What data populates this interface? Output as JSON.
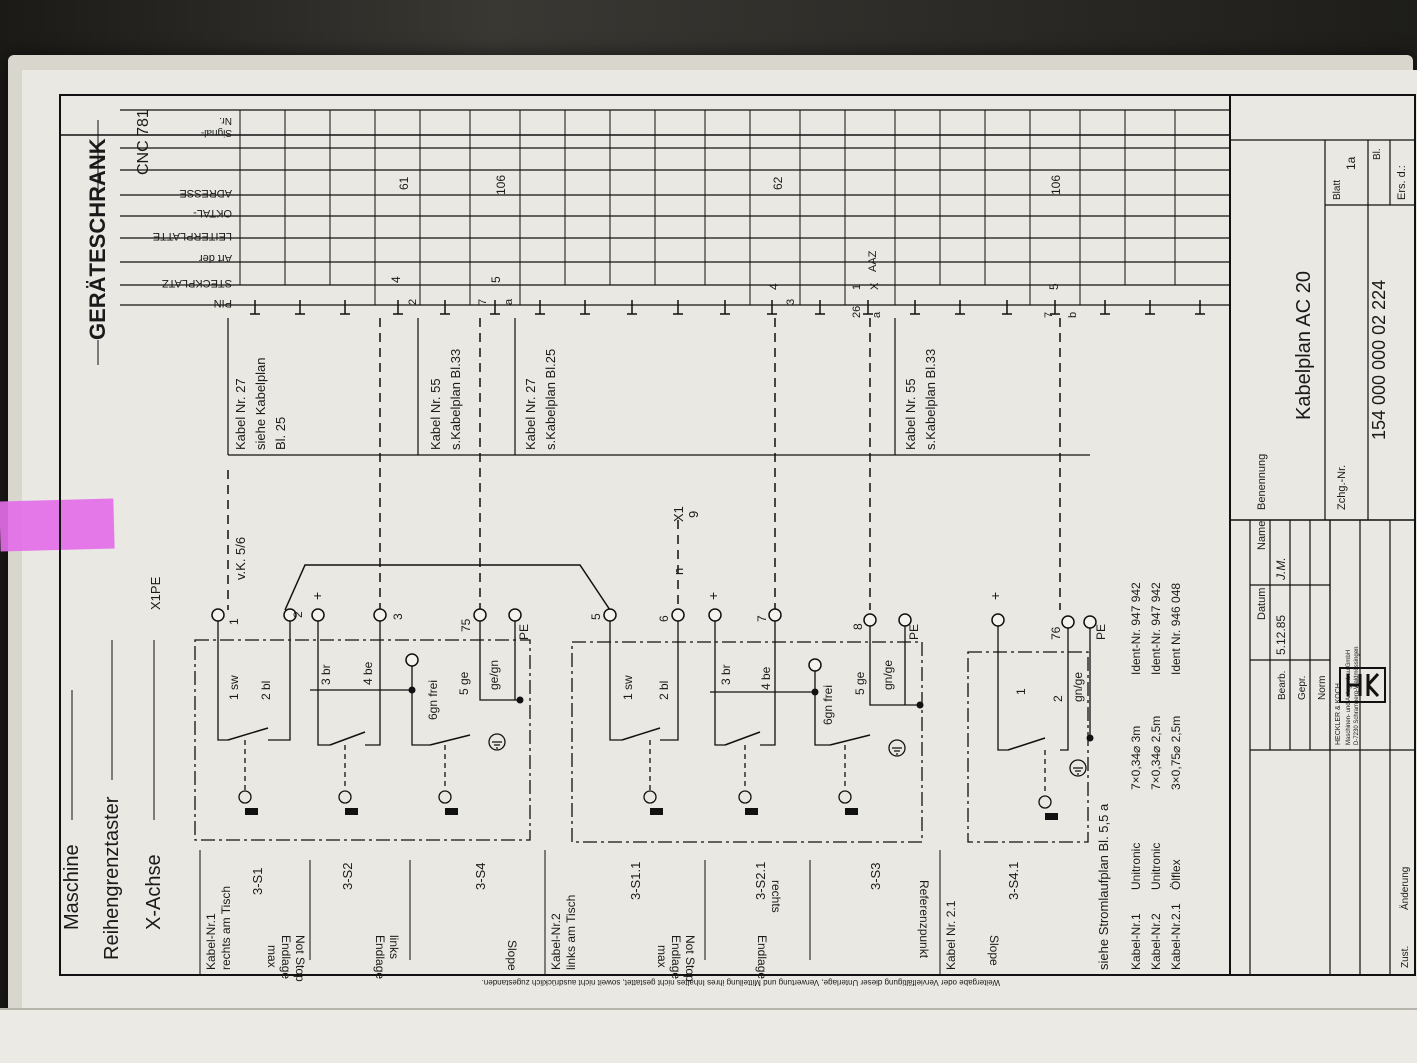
{
  "header": {
    "machine": "Maschine",
    "sensor": "Reihengrenztaster",
    "axis": "X-Achse",
    "cabinet": "GERÄTESCHRANK"
  },
  "table_headers": {
    "pin": "PIN",
    "slot": "STECKPLATZ",
    "board_type": "Art der",
    "board": "LEITERPLATTE",
    "octal": "OKTAL-",
    "address": "ADRESSE",
    "cnc": "CNC 781",
    "signal_no": "Signal-",
    "signal_nr": "Nr."
  },
  "table_values": {
    "slot_4a": "4",
    "slot_5a": "5",
    "slot_4b": "4",
    "slot_5b": "5",
    "board_aaz": "AAZ",
    "oct_61": "61",
    "oct_106a": "106",
    "oct_62": "62",
    "oct_106b": "106",
    "pin_2": "2",
    "pin_7a": "7",
    "pin_aa": "a",
    "pin_3": "3",
    "pin_26": "26",
    "pin_7b": "7",
    "pin_bb": "b",
    "frac_top": "1",
    "frac_bottom": "X",
    "frac_sub": "a"
  },
  "cable_refs": [
    {
      "line1": "Kabel Nr. 27",
      "line2": "siehe Kabelplan",
      "line3": "Bl. 25"
    },
    {
      "line1": "Kabel Nr. 55",
      "line2": "s.Kabelplan Bl.33"
    },
    {
      "line1": "Kabel Nr. 27",
      "line2": "s.Kabelplan Bl.25"
    },
    {
      "line1": "Kabel Nr. 55",
      "line2": "s.Kabelplan Bl.33"
    }
  ],
  "terminal_labels": {
    "xtpe": "X1PE",
    "vk": "v.K. 5/6",
    "n_label": "n",
    "x1_top": "X1",
    "x1_bottom": "9",
    "t1": "1",
    "t2": "2",
    "t3": "3",
    "t75": "75",
    "pe1": "PE",
    "t5": "5",
    "t6": "6",
    "t7": "7",
    "t8": "8",
    "pe2": "PE",
    "t76": "76",
    "pe3": "PE",
    "plus": "+"
  },
  "wire_labels": {
    "g1": [
      "1 sw",
      "2 bl",
      "3 br",
      "4 be",
      "6gn frei",
      "5 ge",
      "ge/gn"
    ],
    "g2": [
      "1 sw",
      "2 bl",
      "3 br",
      "4 be",
      "6gn frei",
      "5 ge",
      "gn/ge"
    ],
    "g3": [
      "1",
      "2",
      "gn/ge"
    ]
  },
  "devices": [
    {
      "id": "3-S1",
      "desc1": "Kabel-Nr.1",
      "desc2": "rechts am Tisch",
      "func": "max",
      "func2": "Endlage",
      "func3": "Not Stop"
    },
    {
      "id": "3-S2",
      "func": "Endlage",
      "func2": "links"
    },
    {
      "id": "3-S4",
      "func": "Slope"
    },
    {
      "id": "3-S1.1",
      "desc1": "Kabel-Nr.2",
      "desc2": "links am Tisch",
      "func": "max",
      "func2": "Endlage",
      "func3": "Not Stop"
    },
    {
      "id": "3-S2.1",
      "func": "Endlage",
      "func2": "rechts"
    },
    {
      "id": "3-S3",
      "func": "Referenzpunkt"
    },
    {
      "id": "3-S4.1",
      "desc1": "Kabel Nr. 2.1",
      "func": "Slope"
    }
  ],
  "footnote": "siehe Stromlaufplan Bl. 5,5 a",
  "cable_list": [
    {
      "name": "Kabel-Nr.1",
      "type": "Unitronic",
      "spec": "7×0,34⌀ 3m",
      "ident": "Ident-Nr. 947 942"
    },
    {
      "name": "Kabel-Nr.2",
      "type": "Unitronic",
      "spec": "7×0,34⌀ 2,5m",
      "ident": "Ident-Nr. 947 942"
    },
    {
      "name": "Kabel-Nr.2.1",
      "type": "Ölflex",
      "spec": "3×0,75⌀ 2,5m",
      "ident": "Ident Nr. 946 048"
    }
  ],
  "title_block": {
    "datum": "Datum",
    "name": "Name",
    "bearb": "Bearb.",
    "gepr": "Gepr.",
    "norm": "Norm",
    "date_value": "5.12.85",
    "name_value": "J.M.",
    "benennung": "Benennung",
    "title": "Kabelplan AC 20",
    "zchg": "Zchg.-Nr.",
    "drawing_no": "154 000 000 02 224",
    "ers": "Ers. d.:",
    "blatt": "Blatt",
    "blatt_value": "1a",
    "bl": "Bl.",
    "company1": "HECKLER & KOCH",
    "company2": "Maschinen- und Anlagenbau GmbH",
    "company3": "D-7230 Schramberg-Waldmössingen",
    "zust": "Zust.",
    "aenderung": "Änderung"
  },
  "disclaimer": "Weitergabe oder Vervielfältigung dieser Unterlage, Verwertung und Mitteilung ihres Inhaltes nicht gestattet, soweit nicht ausdrücklich zugestanden."
}
